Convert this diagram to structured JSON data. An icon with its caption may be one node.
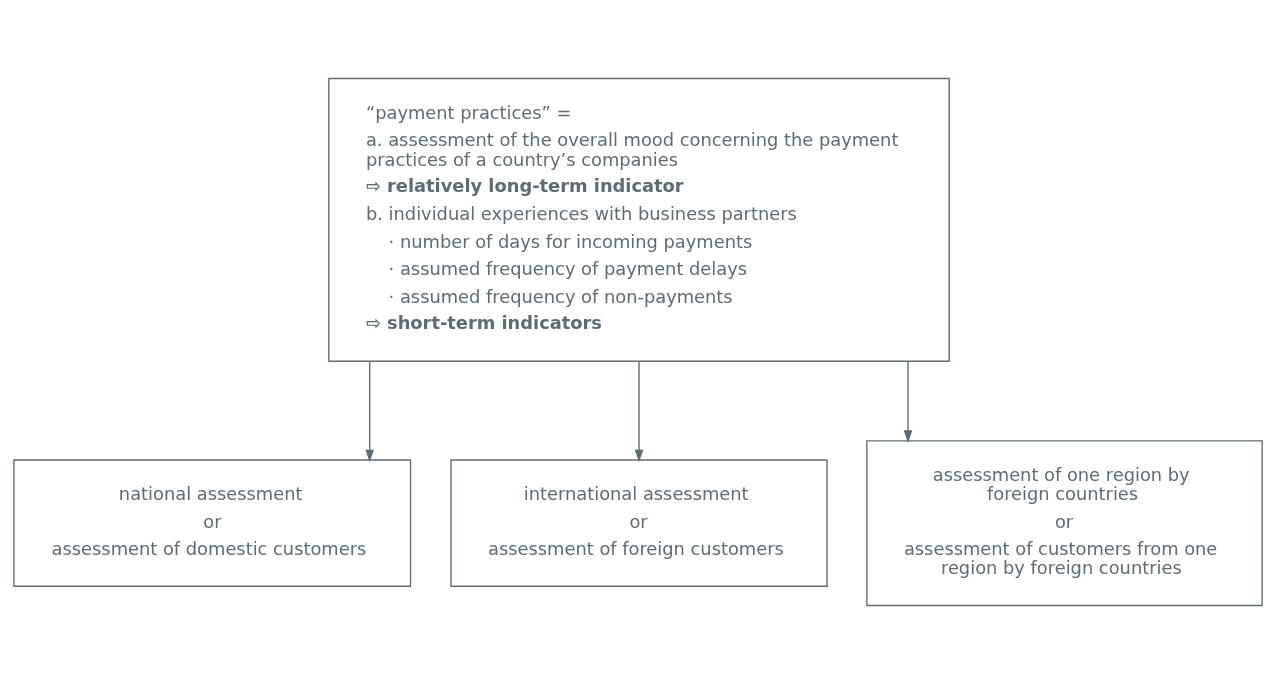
{
  "diagram": {
    "nodes": [
      {
        "text": [
          "“payment practices” =",
          "a. assessment of the overall mood concerning the payment practices of a country’s companies",
          "⇨ relatively long-term indicator",
          "b. individual experiences with business partners",
          "· number of days for incoming payments",
          "· assumed frequency of payment delays",
          "· assumed frequency of non-payments",
          "⇨ short-term indicators"
        ]
      },
      {
        "text": [
          "national assessment",
          "or",
          "assessment of domestic customers"
        ]
      },
      {
        "text": [
          "international assessment",
          "or",
          "assessment of foreign customers"
        ]
      },
      {
        "text": [
          "assessment of one region by foreign countries",
          "or",
          "assessment of customers from one region by foreign countries"
        ]
      }
    ],
    "edges": [
      {
        "from": 0,
        "to": 1,
        "arrow": "to"
      },
      {
        "from": 0,
        "to": 2,
        "arrow": "to"
      },
      {
        "from": 0,
        "to": 3,
        "arrow": "to"
      }
    ]
  }
}
